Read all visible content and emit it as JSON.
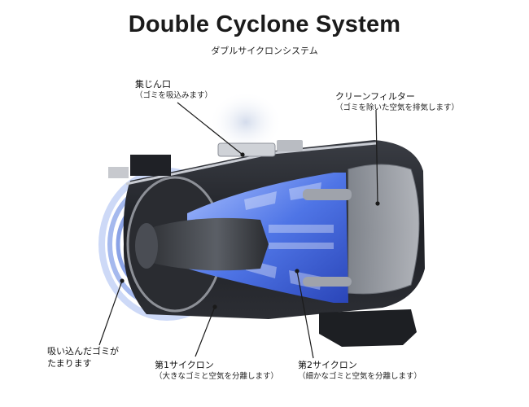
{
  "title": "Double Cyclone System",
  "subtitle": "ダブルサイクロンシステム",
  "labels": {
    "inlet": {
      "name": "集じん口",
      "desc": "（ゴミを吸込みます）"
    },
    "filter": {
      "name": "クリーンフィルター",
      "desc": "（ゴミを除いた空気を排気します）"
    },
    "dust": {
      "line1": "吸い込んだゴミが",
      "line2": "たまります"
    },
    "cyclone1": {
      "name": "第1サイクロン",
      "desc": "（大きなゴミと空気を分離します）"
    },
    "cyclone2": {
      "name": "第2サイクロン",
      "desc": "（細かなゴミと空気を分離します）"
    }
  },
  "colors": {
    "accent_blue": "#3f63d8",
    "body_dark": "#222429",
    "pointer": "#1a1a1a"
  }
}
